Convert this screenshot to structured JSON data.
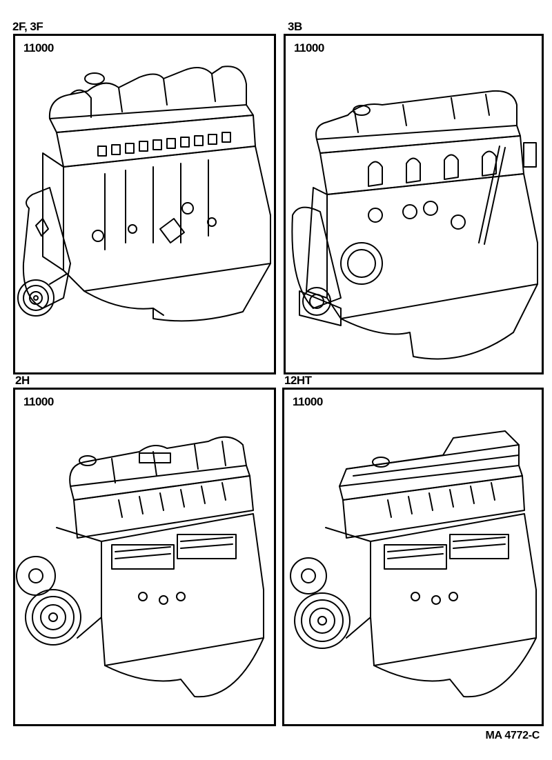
{
  "panels": [
    {
      "engine": "2F, 3F",
      "part_number": "11000",
      "illustration": "engine-assembly-2f-3f"
    },
    {
      "engine": "3B",
      "part_number": "11000",
      "illustration": "engine-assembly-3b"
    },
    {
      "engine": "2H",
      "part_number": "11000",
      "illustration": "engine-assembly-2h"
    },
    {
      "engine": "12HT",
      "part_number": "11000",
      "illustration": "engine-assembly-12ht"
    }
  ],
  "footer": {
    "code": "MA 4772-C"
  }
}
